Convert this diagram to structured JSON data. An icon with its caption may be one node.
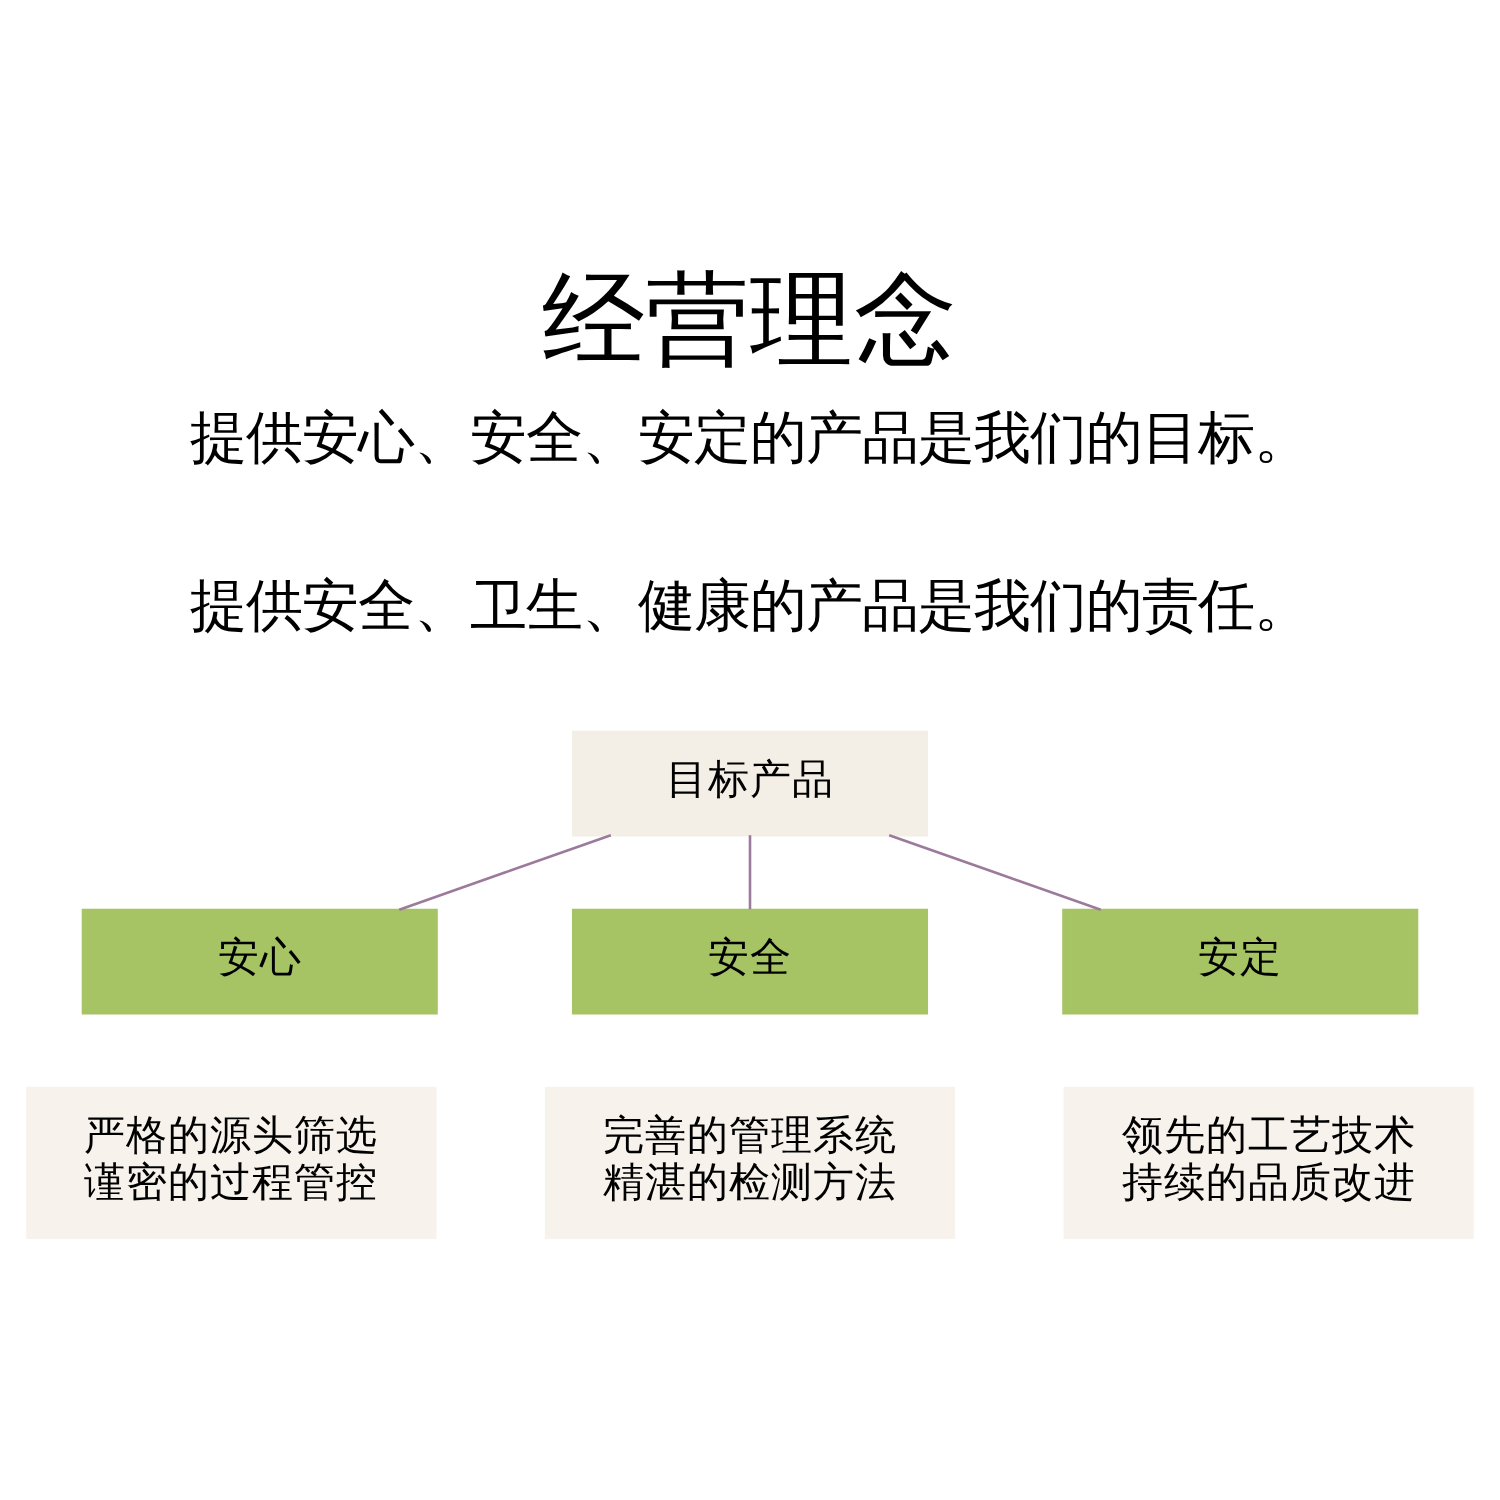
{
  "diagram": {
    "title": "经营理念",
    "nodes": [
      {
        "text": [
          "目标产品"
        ]
      },
      {
        "text": [
          "安心"
        ]
      },
      {
        "text": [
          "安全"
        ]
      },
      {
        "text": [
          "安定"
        ]
      },
      {
        "text": [
          "严格的源头筛选谨密的过程管控"
        ]
      },
      {
        "text": [
          "完善的管理系统精湛的检测方法"
        ]
      },
      {
        "text": [
          "领先的工艺技术持续的品质改进"
        ]
      }
    ],
    "edges": [
      {
        "from": 0,
        "to": 1,
        "arrow": "none"
      },
      {
        "from": 0,
        "to": 2,
        "arrow": "none"
      },
      {
        "from": 0,
        "to": 3,
        "arrow": "none"
      }
    ],
    "labels": [
      "提供安心、安全、安定的产品是我们的目标。",
      "提供安全、卫生、健康的产品是我们的责任。"
    ]
  }
}
